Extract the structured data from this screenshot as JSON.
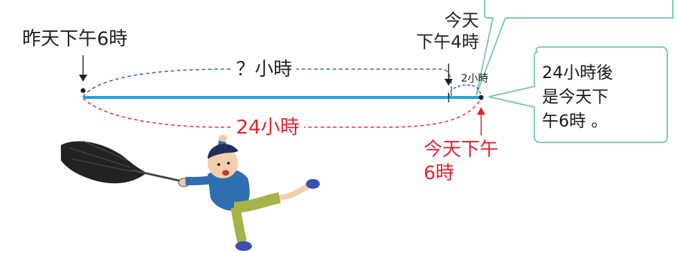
{
  "labels": {
    "yesterday_6pm": "昨天下午6時",
    "today_4pm": "今天\n下午4時",
    "today_6pm": "今天下午\n6時",
    "unknown_hours": "？小時",
    "two_hours": "2小時",
    "twenty_four_hours": "24小時"
  },
  "speech_bubble": {
    "text": "24小時後\n是今天下\n午6時 。"
  },
  "colors": {
    "timeline": "#1aa0e0",
    "arc_upper": "#2a56c6",
    "arc_lower": "#e5202e",
    "bubble_border": "#7cc4bd",
    "bubble_fill": "#ffffff"
  }
}
